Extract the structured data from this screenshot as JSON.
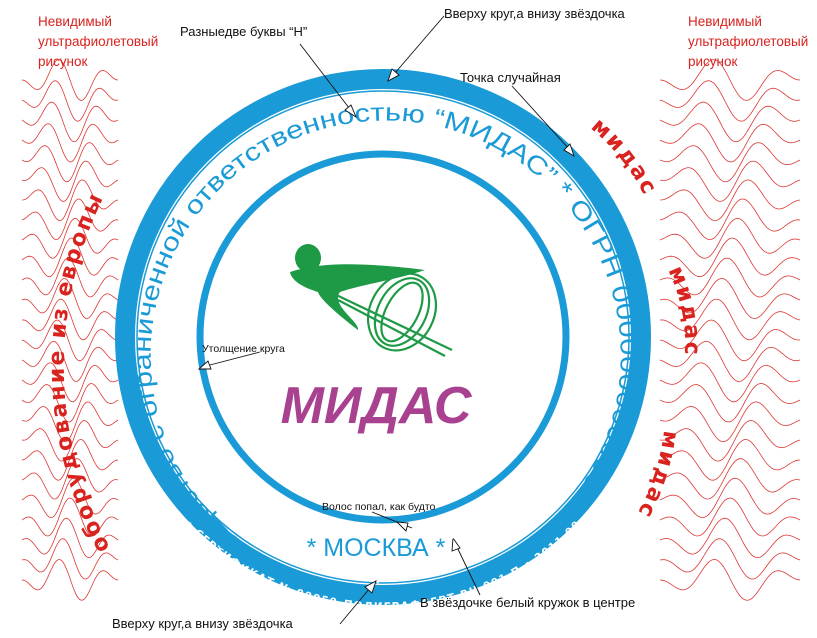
{
  "colors": {
    "stamp_blue": "#1a9ad6",
    "brand_purple": "#a8418f",
    "logo_green": "#1e9a46",
    "guilloche_red": "#d8231f"
  },
  "annotations": {
    "uv_left": [
      "Невидимый",
      "ультрафиолетовый",
      "рисунок"
    ],
    "uv_right": [
      "Невидимый",
      "ультрафиолетовый",
      "рисунок"
    ],
    "letter_h": "Разныедве буквы “Н”",
    "top_star": "Вверху круг,а внизу  звёздочка",
    "random_dot": "Точка случайная",
    "thickening": "Утолщение круга",
    "hair": "Волос попал, как будто",
    "bottom_star": "Вверху круг,а внизу  звёздочка",
    "white_circle": "В звёздочке белый кружок в центре"
  },
  "stamp": {
    "outer_ring_top": "• 2011.09 • СЕРТИФИКАТ № 00059-ПОЛИГРАФСЕРТ RU.001.П",
    "outer_ring_bottom": "• СЕРТИФИКАТ № 00059-ПОЛИГРАФСЕРТ RU.001.П • 2011.09",
    "org_name": "Общество с ограниченной ответственностью “МИДАС” * ОГРН 00000000000000",
    "city": "* МОСКВА *",
    "brand": "МИДАС"
  },
  "side_text": {
    "left": "оборудование  из  европы",
    "right_top": "мидас",
    "right_middle": "мидас",
    "right_bottom": "мидас"
  }
}
